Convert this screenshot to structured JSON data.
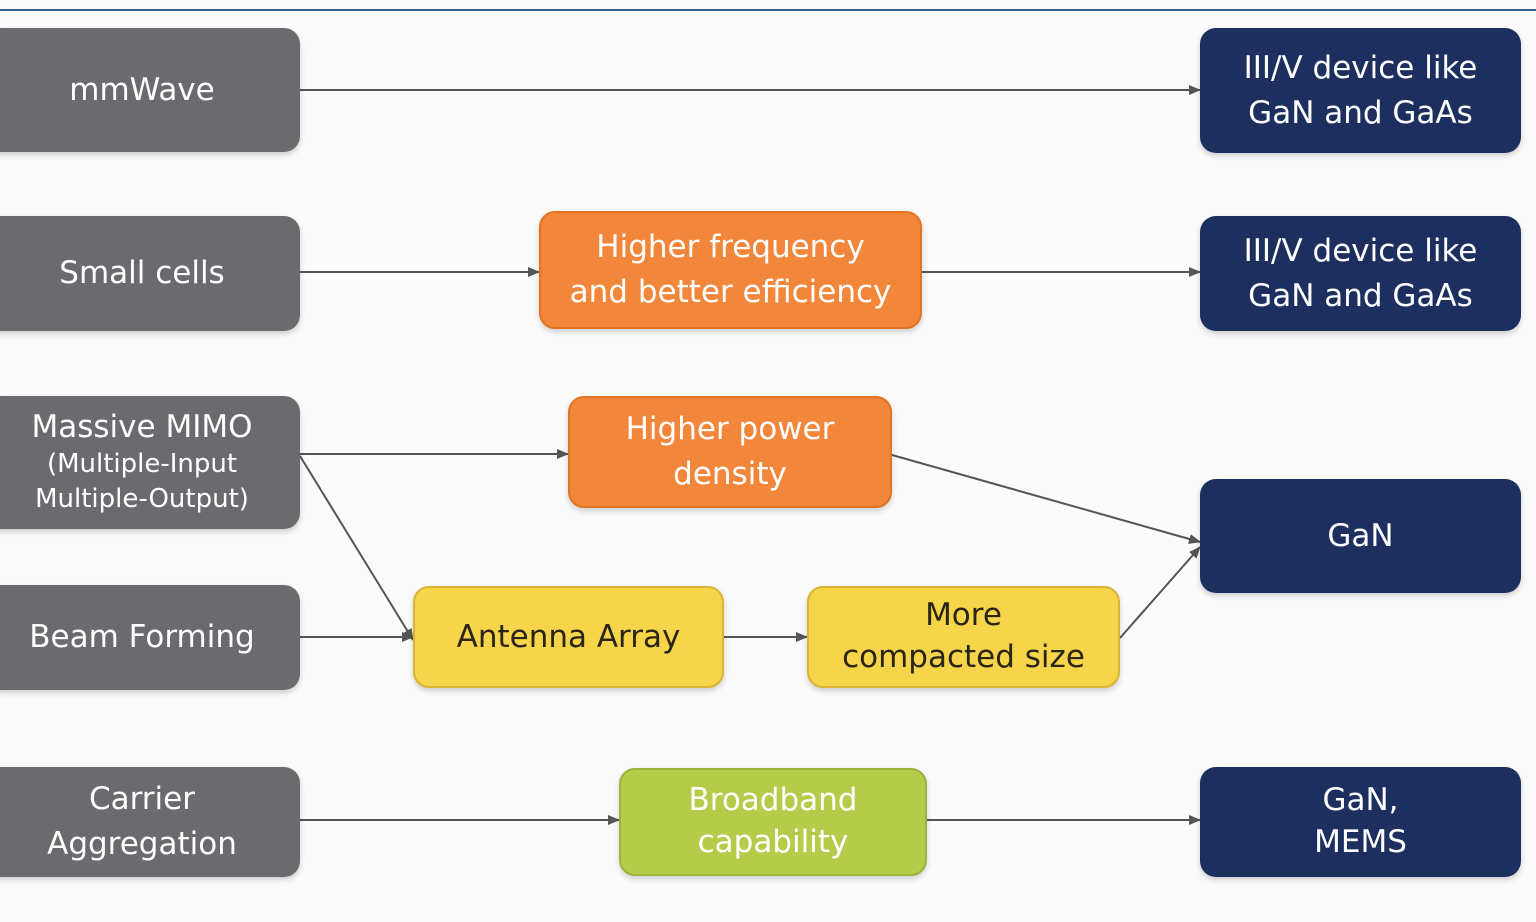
{
  "colors": {
    "source_gray": "#6b6a6e",
    "target_navy": "#1c2f5f",
    "benefit_orange": "#f2863a",
    "benefit_yellow": "#f6d54a",
    "benefit_green": "#b4cc4a",
    "connector": "#555555",
    "rule": "#2f5f8a"
  },
  "nodes": {
    "mmwave": {
      "label": "mmWave"
    },
    "small_cells": {
      "label": "Small cells"
    },
    "massive_mimo": {
      "label": "Massive MIMO",
      "sub": "(Multiple-Input\nMultiple-Output)"
    },
    "beam_forming": {
      "label": "Beam Forming"
    },
    "carrier_aggregation": {
      "label": "Carrier\nAggregation"
    },
    "higher_frequency": {
      "label": "Higher frequency\nand better efficiency"
    },
    "higher_power": {
      "label": "Higher power\ndensity"
    },
    "antenna_array": {
      "label": "Antenna Array"
    },
    "compacted_size": {
      "label": "More\ncompacted size"
    },
    "broadband": {
      "label": "Broadband\ncapability"
    },
    "iiiv_1": {
      "label": "III/V device like\nGaN and GaAs"
    },
    "iiiv_2": {
      "label": "III/V device like\nGaN and GaAs"
    },
    "gan": {
      "label": "GaN"
    },
    "gan_mems": {
      "label": "GaN,\nMEMS"
    }
  },
  "edges": [
    {
      "from": "mmwave",
      "to": "iiiv_1"
    },
    {
      "from": "small_cells",
      "to": "higher_frequency"
    },
    {
      "from": "higher_frequency",
      "to": "iiiv_2"
    },
    {
      "from": "massive_mimo",
      "to": "higher_power"
    },
    {
      "from": "massive_mimo",
      "to": "antenna_array"
    },
    {
      "from": "beam_forming",
      "to": "antenna_array"
    },
    {
      "from": "higher_power",
      "to": "gan"
    },
    {
      "from": "antenna_array",
      "to": "compacted_size"
    },
    {
      "from": "compacted_size",
      "to": "gan"
    },
    {
      "from": "carrier_aggregation",
      "to": "broadband"
    },
    {
      "from": "broadband",
      "to": "gan_mems"
    }
  ]
}
